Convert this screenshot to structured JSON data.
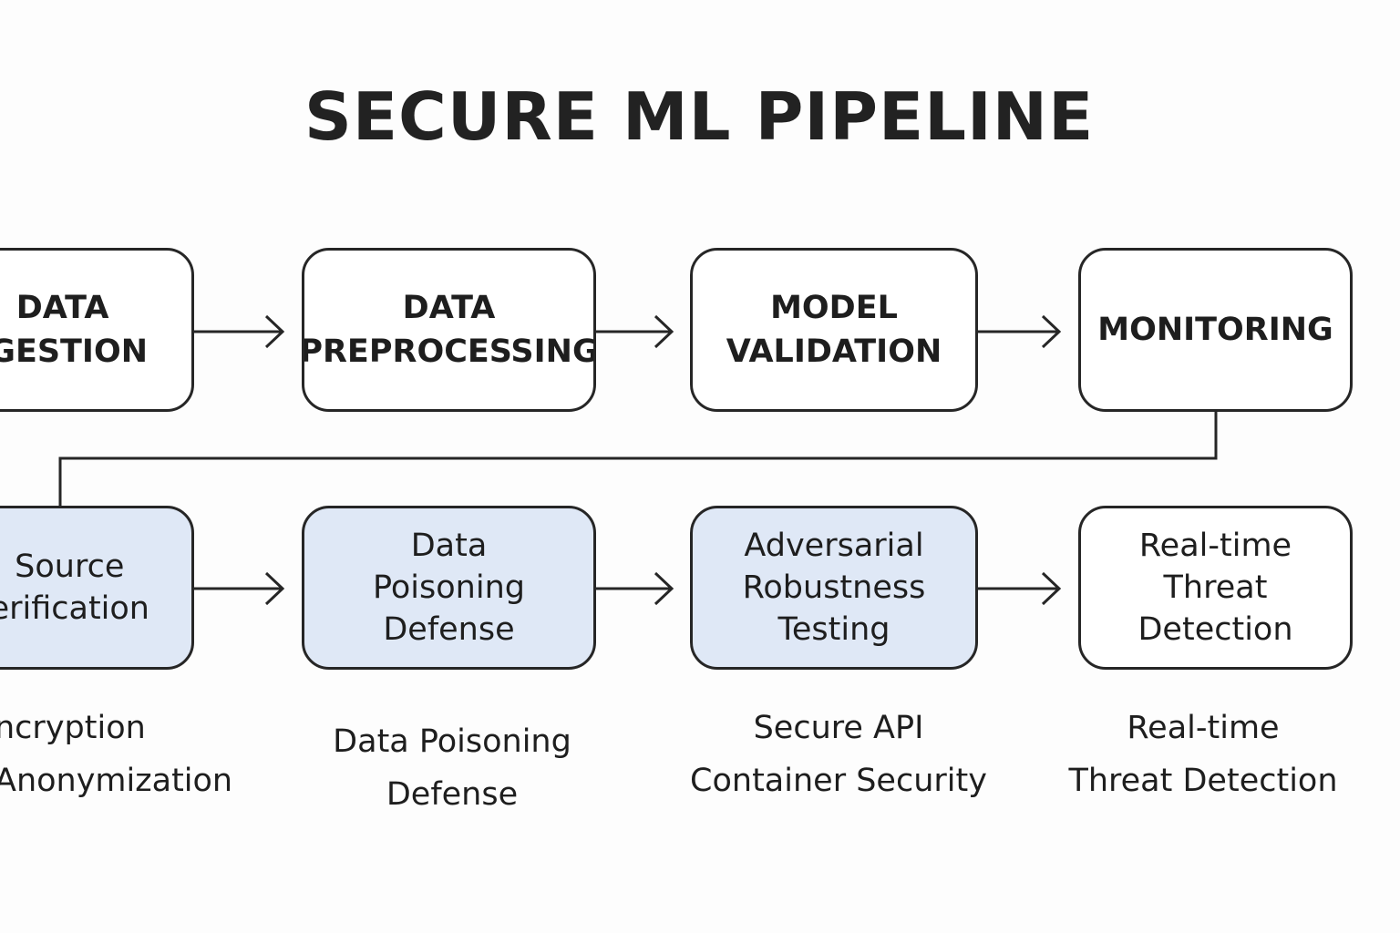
{
  "title": "SECURE ML PIPELINE",
  "stages": [
    {
      "label": "DATA\nIGESTION"
    },
    {
      "label": "DATA\nPREPROCESSING"
    },
    {
      "label": "MODEL\nVALIDATION"
    },
    {
      "label": "MONITORING"
    }
  ],
  "security_steps": [
    {
      "label": "Source\nerification"
    },
    {
      "label": "Data\nPoisoning\nDefense"
    },
    {
      "label": "Adversarial\nRobustness\nTesting"
    },
    {
      "label": "Real-time\nThreat Detection"
    }
  ],
  "captions": [
    {
      "text": "ncryption\n Anonymization"
    },
    {
      "text": "Data Poisoning\nDefense"
    },
    {
      "text": "Secure API\nContainer Security"
    },
    {
      "text": "Real-time\nThreat Detection"
    }
  ],
  "colors": {
    "stroke": "#262626",
    "security_fill": "#dfe8f6",
    "plain_fill": "#ffffff"
  }
}
